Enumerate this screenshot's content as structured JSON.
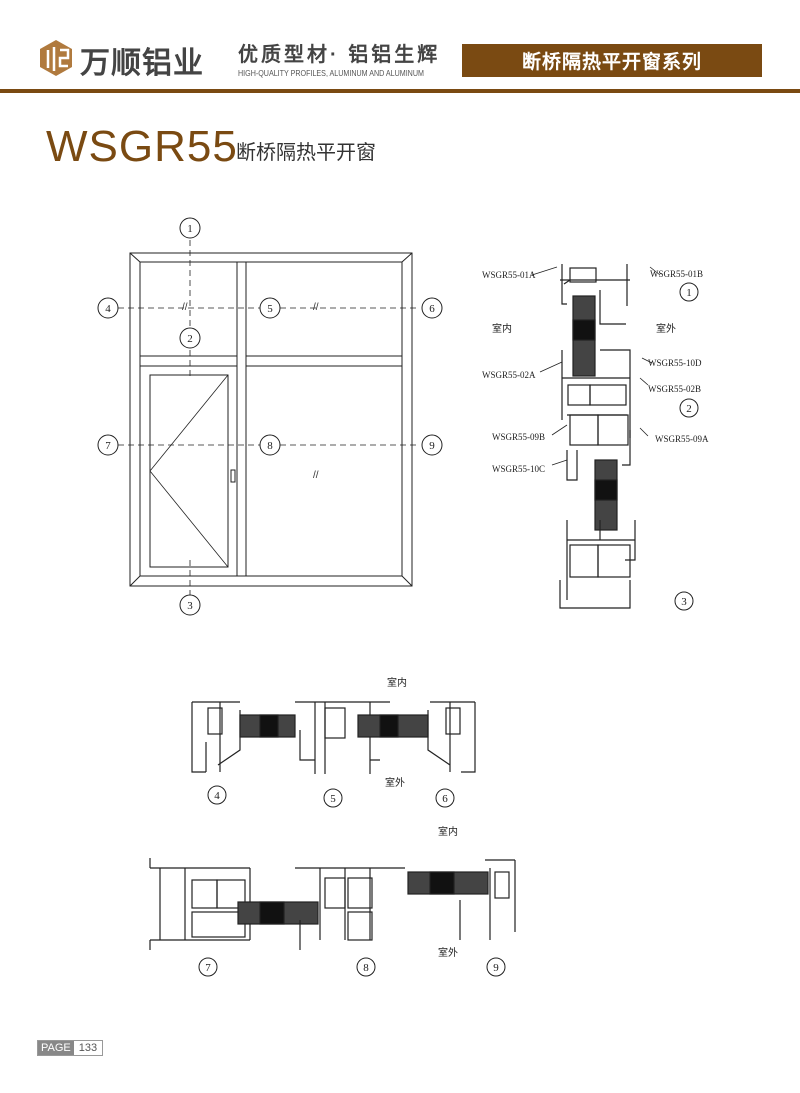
{
  "header": {
    "brand": "万顺铝业",
    "slogan": "优质型材· 铝铝生辉",
    "slogan_en": "HIGH-QUALITY PROFILES, ALUMINUM AND ALUMINUM",
    "series": "断桥隔热平开窗系列"
  },
  "title": {
    "model": "WSGR55",
    "subtitle": "断桥隔热平开窗"
  },
  "elevation": {
    "markers": [
      "1",
      "2",
      "3",
      "4",
      "5",
      "6",
      "7",
      "8",
      "9"
    ]
  },
  "section_vertical": {
    "labels": [
      "WSGR55-01A",
      "WSGR55-01B",
      "WSGR55-10D",
      "WSGR55-02A",
      "WSGR55-02B",
      "WSGR55-09B",
      "WSGR55-09A",
      "WSGR55-10C"
    ],
    "indoor": "室内",
    "outdoor": "室外",
    "markers": [
      "1",
      "2",
      "3"
    ]
  },
  "section_h1": {
    "indoor": "室内",
    "outdoor": "室外",
    "markers": [
      "4",
      "5",
      "6"
    ]
  },
  "section_h2": {
    "indoor": "室内",
    "outdoor": "室外",
    "markers": [
      "7",
      "8",
      "9"
    ]
  },
  "footer": {
    "page_label": "PAGE",
    "page_number": "133"
  },
  "colors": {
    "brand": "#7a4a12"
  }
}
